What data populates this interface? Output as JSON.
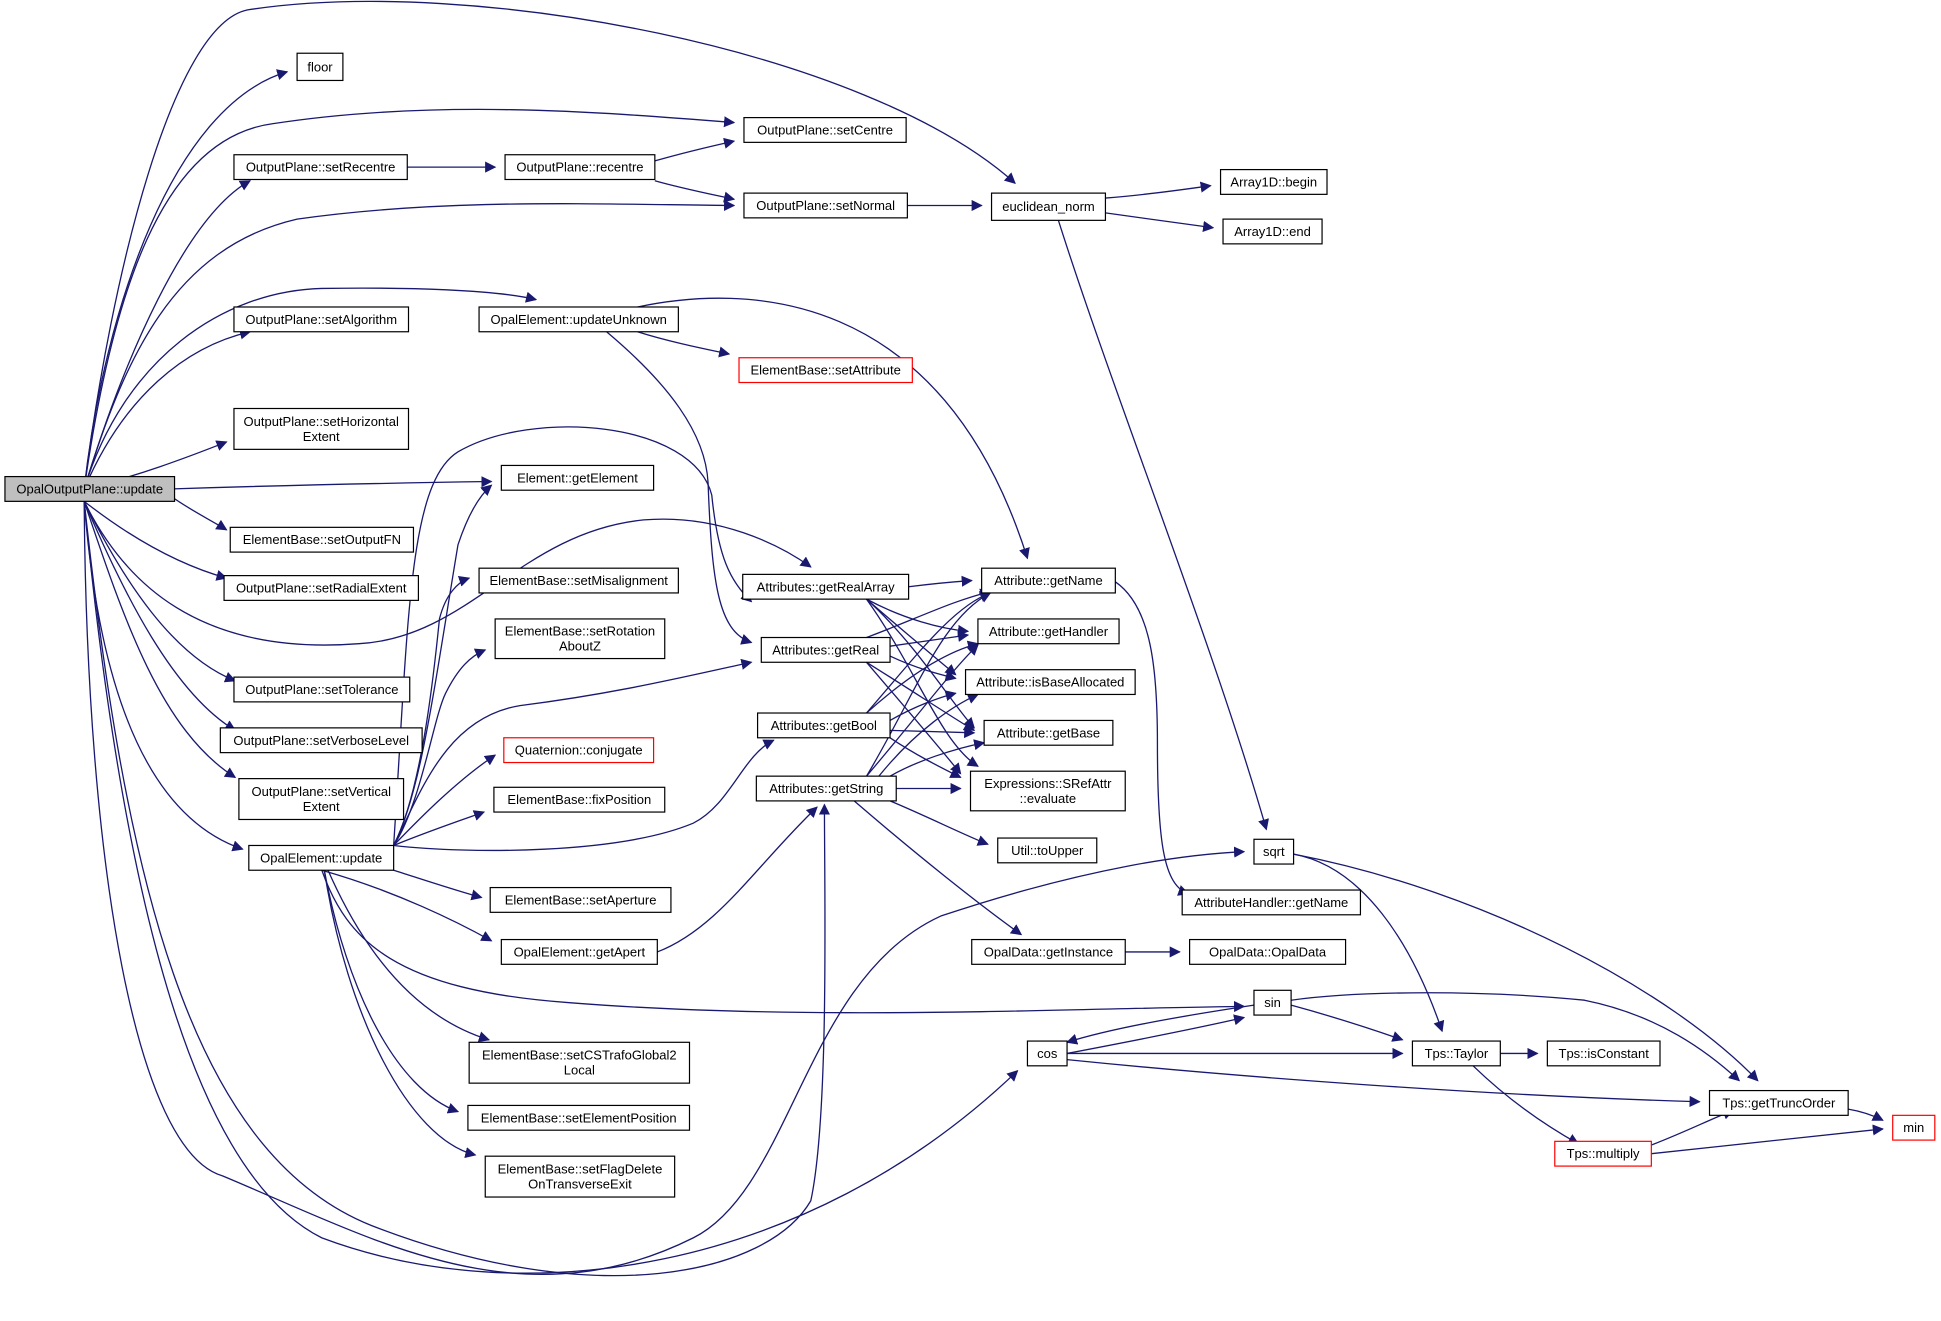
{
  "colors": {
    "edge": "#191970",
    "node_border": "#000000",
    "truncated_border": "#ff0000",
    "root_fill": "#bfbfbf",
    "node_fill": "#ffffff"
  },
  "nodes": [
    {
      "id": "root",
      "lines": [
        "OpalOutputPlane::update"
      ],
      "style": "root"
    },
    {
      "id": "floor",
      "lines": [
        "floor"
      ]
    },
    {
      "id": "setRecentre",
      "lines": [
        "OutputPlane::setRecentre"
      ]
    },
    {
      "id": "recentre",
      "lines": [
        "OutputPlane::recentre"
      ]
    },
    {
      "id": "setCentre",
      "lines": [
        "OutputPlane::setCentre"
      ]
    },
    {
      "id": "setNormal",
      "lines": [
        "OutputPlane::setNormal"
      ]
    },
    {
      "id": "euclidean",
      "lines": [
        "euclidean_norm"
      ]
    },
    {
      "id": "begin",
      "lines": [
        "Array1D::begin"
      ]
    },
    {
      "id": "end",
      "lines": [
        "Array1D::end"
      ]
    },
    {
      "id": "setAlgorithm",
      "lines": [
        "OutputPlane::setAlgorithm"
      ]
    },
    {
      "id": "updateUnknown",
      "lines": [
        "OpalElement::updateUnknown"
      ]
    },
    {
      "id": "setAttribute",
      "lines": [
        "ElementBase::setAttribute"
      ],
      "style": "red"
    },
    {
      "id": "setHorizontal",
      "lines": [
        "OutputPlane::setHorizontal",
        "Extent"
      ]
    },
    {
      "id": "getElement",
      "lines": [
        "Element::getElement"
      ]
    },
    {
      "id": "setOutputFN",
      "lines": [
        "ElementBase::setOutputFN"
      ]
    },
    {
      "id": "setRadial",
      "lines": [
        "OutputPlane::setRadialExtent"
      ]
    },
    {
      "id": "setMisalign",
      "lines": [
        "ElementBase::setMisalignment"
      ]
    },
    {
      "id": "getRealArray",
      "lines": [
        "Attributes::getRealArray"
      ]
    },
    {
      "id": "getName",
      "lines": [
        "Attribute::getName"
      ]
    },
    {
      "id": "setRotation",
      "lines": [
        "ElementBase::setRotation",
        "AboutZ"
      ]
    },
    {
      "id": "getReal",
      "lines": [
        "Attributes::getReal"
      ]
    },
    {
      "id": "getHandler",
      "lines": [
        "Attribute::getHandler"
      ]
    },
    {
      "id": "isBaseAlloc",
      "lines": [
        "Attribute::isBaseAllocated"
      ]
    },
    {
      "id": "setTolerance",
      "lines": [
        "OutputPlane::setTolerance"
      ]
    },
    {
      "id": "getBool",
      "lines": [
        "Attributes::getBool"
      ]
    },
    {
      "id": "getBase",
      "lines": [
        "Attribute::getBase"
      ]
    },
    {
      "id": "setVerbose",
      "lines": [
        "OutputPlane::setVerboseLevel"
      ]
    },
    {
      "id": "conjugate",
      "lines": [
        "Quaternion::conjugate"
      ],
      "style": "red"
    },
    {
      "id": "getString",
      "lines": [
        "Attributes::getString"
      ]
    },
    {
      "id": "evaluate",
      "lines": [
        "Expressions::SRefAttr",
        "::evaluate"
      ]
    },
    {
      "id": "setVertical",
      "lines": [
        "OutputPlane::setVertical",
        "Extent"
      ]
    },
    {
      "id": "fixPosition",
      "lines": [
        "ElementBase::fixPosition"
      ]
    },
    {
      "id": "opalUpdate",
      "lines": [
        "OpalElement::update"
      ]
    },
    {
      "id": "toUpper",
      "lines": [
        "Util::toUpper"
      ]
    },
    {
      "id": "sqrt",
      "lines": [
        "sqrt"
      ]
    },
    {
      "id": "handlerName",
      "lines": [
        "AttributeHandler::getName"
      ]
    },
    {
      "id": "setAperture",
      "lines": [
        "ElementBase::setAperture"
      ]
    },
    {
      "id": "getApert",
      "lines": [
        "OpalElement::getApert"
      ]
    },
    {
      "id": "getInstance",
      "lines": [
        "OpalData::getInstance"
      ]
    },
    {
      "id": "opalData",
      "lines": [
        "OpalData::OpalData"
      ]
    },
    {
      "id": "sin",
      "lines": [
        "sin"
      ]
    },
    {
      "id": "cos",
      "lines": [
        "cos"
      ]
    },
    {
      "id": "taylor",
      "lines": [
        "Tps::Taylor"
      ]
    },
    {
      "id": "isConstant",
      "lines": [
        "Tps::isConstant"
      ]
    },
    {
      "id": "setCSTrafo",
      "lines": [
        "ElementBase::setCSTrafoGlobal2",
        "Local"
      ]
    },
    {
      "id": "getTrunc",
      "lines": [
        "Tps::getTruncOrder"
      ]
    },
    {
      "id": "setElemPos",
      "lines": [
        "ElementBase::setElementPosition"
      ]
    },
    {
      "id": "min",
      "lines": [
        "min"
      ],
      "style": "red"
    },
    {
      "id": "multiply",
      "lines": [
        "Tps::multiply"
      ],
      "style": "red"
    },
    {
      "id": "setFlagDelete",
      "lines": [
        "ElementBase::setFlagDelete",
        "OnTransverseExit"
      ]
    }
  ]
}
